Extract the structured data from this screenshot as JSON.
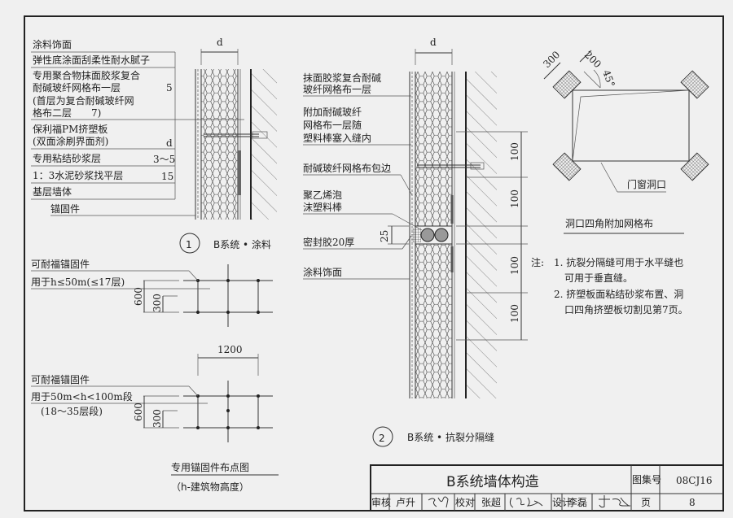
{
  "detail1": {
    "layers": [
      "涂料饰面",
      "弹性底涂面刮柔性耐水腻子",
      "专用聚合物抹面胶浆复合",
      "耐碱玻纤网格布一层",
      "(首层为复合耐碱玻纤网",
      "格布二层　　7)",
      "保利福PM挤塑板",
      "(双面涂刷界面剂)",
      "专用粘结砂浆层",
      "1：3水泥砂浆找平层",
      "基层墙体",
      "锚固件"
    ],
    "values": {
      "mesh": "5",
      "board": "d",
      "adhesive": "3～5",
      "leveling": "15"
    },
    "dim_d": "d",
    "number": "1",
    "title": "B系统 • 涂料"
  },
  "anchor_layout": {
    "top": {
      "label1": "可耐福锚固件",
      "label2": "用于h≤50m(≤17层)",
      "dim_600": "600",
      "dim_300": "300"
    },
    "bottom": {
      "label1": "可耐福锚固件",
      "label2": "用于50m<h<100m段",
      "label3": "(18～35层段)",
      "dim_600": "600",
      "dim_300": "300",
      "dim_1200": "1200"
    },
    "title": "专用锚固件布点图",
    "subtitle": "（h-建筑物高度）"
  },
  "detail2": {
    "labels": [
      "抹面胶浆复合耐碱",
      "玻纤网格布一层",
      "附加耐碱玻纤",
      "网格布一层随",
      "塑料棒塞入缝内",
      "耐碱玻纤网格布包边",
      "聚乙烯泡",
      "沫塑料棒",
      "密封胶20厚",
      "涂料饰面"
    ],
    "dim_d": "d",
    "dim_25": "25",
    "dims_100": [
      "100",
      "100",
      "100",
      "100"
    ],
    "number": "2",
    "title": "B系统 • 抗裂分隔缝"
  },
  "opening": {
    "dim_300": "300",
    "dim_200": "200",
    "angle": "45°",
    "label": "门窗洞口",
    "title": "洞口四角附加网格布"
  },
  "notes": {
    "prefix": "注:",
    "lines": [
      "1. 抗裂分隔缝可用于水平缝也",
      "可用于垂直缝。",
      "2. 挤塑板面粘结砂浆布置、洞",
      "口四角挤塑板切割见第7页。"
    ]
  },
  "title_block": {
    "title": "B系统墙体构造",
    "atlas_label": "图集号",
    "atlas_no": "08CJ16",
    "page_label": "页",
    "page_no": "8",
    "review_label": "审核",
    "reviewer": "卢升",
    "check_label": "校对",
    "checker": "张超",
    "design_label": "设计",
    "designer": "李磊"
  }
}
